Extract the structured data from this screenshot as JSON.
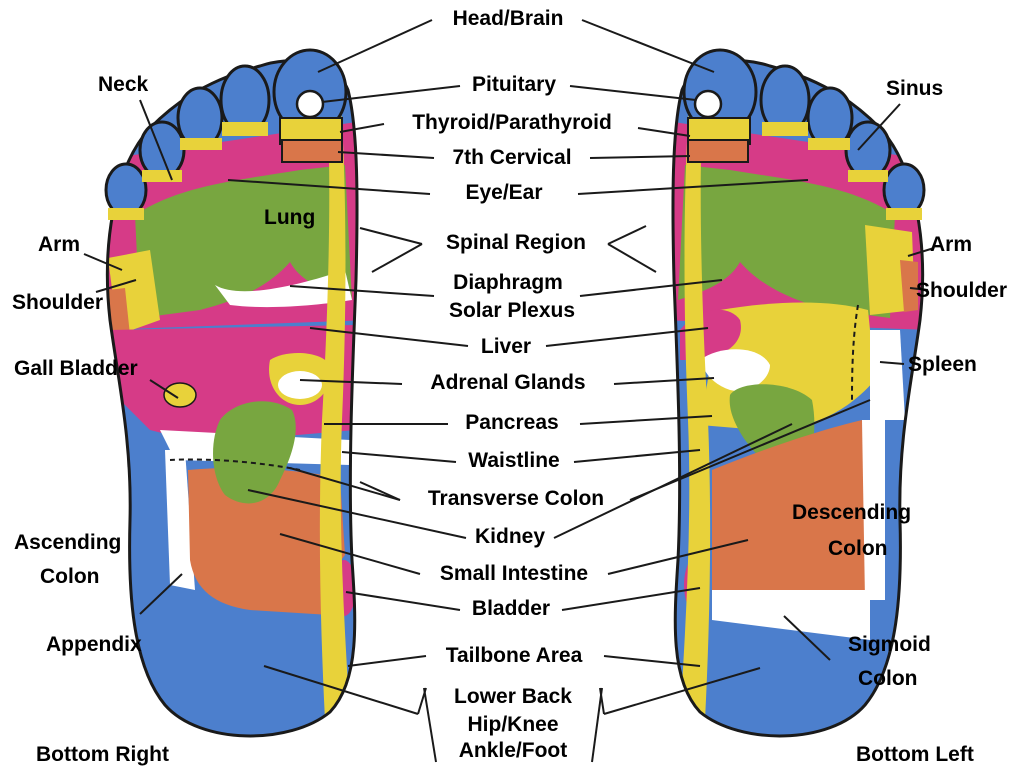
{
  "colors": {
    "outline": "#1a1a1a",
    "blue": "#4c7fcd",
    "magenta": "#d63b87",
    "yellow": "#e8d23a",
    "orange": "#d9764a",
    "green": "#78a640",
    "white": "#ffffff"
  },
  "labels": {
    "head_brain": "Head/Brain",
    "pituitary": "Pituitary",
    "thyroid": "Thyroid/Parathyroid",
    "cervical": "7th Cervical",
    "eye_ear": "Eye/Ear",
    "spinal_region": "Spinal Region",
    "diaphragm": "Diaphragm",
    "solar_plexus": "Solar Plexus",
    "liver": "Liver",
    "adrenal": "Adrenal Glands",
    "pancreas": "Pancreas",
    "waistline": "Waistline",
    "transverse_colon": "Transverse Colon",
    "kidney": "Kidney",
    "small_intestine": "Small Intestine",
    "bladder": "Bladder",
    "tailbone": "Tailbone Area",
    "lower_back": "Lower Back",
    "hip_knee": "Hip/Knee",
    "ankle_foot": "Ankle/Foot",
    "neck": "Neck",
    "sinus": "Sinus",
    "lung": "Lung",
    "arm_left_side": "Arm",
    "shoulder_left_side": "Shoulder",
    "arm_right_side": "Arm",
    "shoulder_right_side": "Shoulder",
    "gall_bladder": "Gall Bladder",
    "spleen": "Spleen",
    "ascending_colon": "Ascending",
    "ascending_colon_2": "Colon",
    "descending_colon": "Descending",
    "descending_colon_2": "Colon",
    "appendix": "Appendix",
    "sigmoid_colon": "Sigmoid",
    "sigmoid_colon_2": "Colon",
    "bottom_right": "Bottom Right",
    "bottom_left": "Bottom Left"
  }
}
